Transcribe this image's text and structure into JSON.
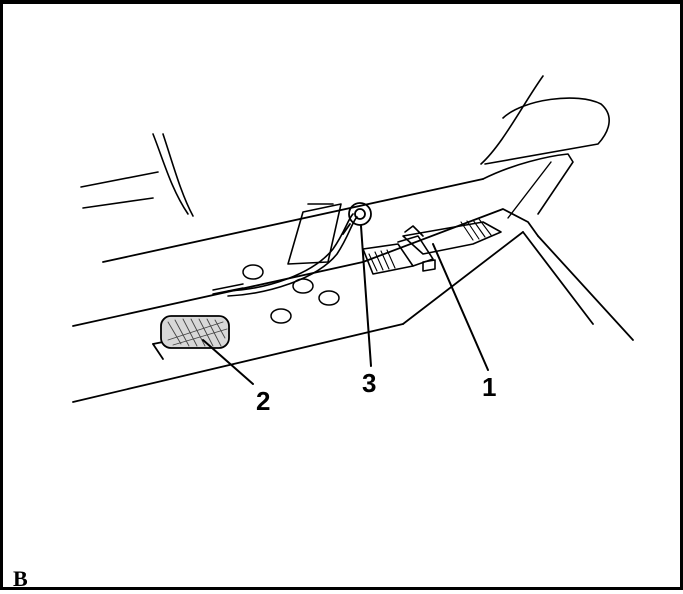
{
  "figure": {
    "panel_label": "B",
    "callouts": [
      {
        "id": "1",
        "label": "1"
      },
      {
        "id": "2",
        "label": "2"
      },
      {
        "id": "3",
        "label": "3"
      }
    ]
  }
}
